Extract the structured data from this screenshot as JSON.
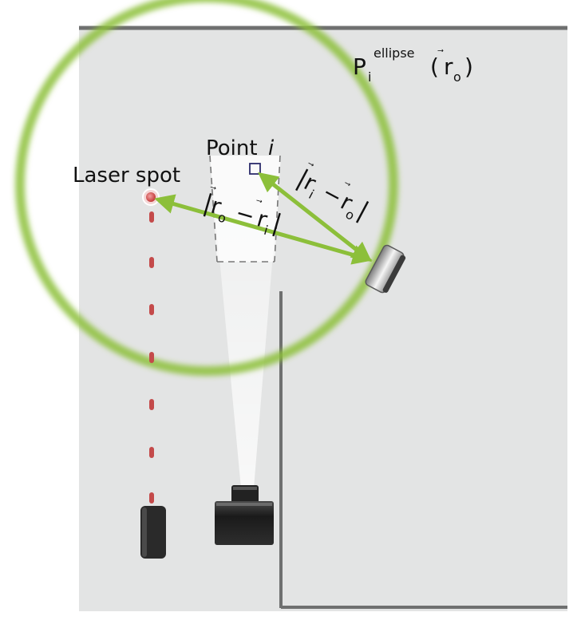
{
  "labels": {
    "ellipse_symbol": "P",
    "ellipse_sub": "i",
    "ellipse_sup": "ellipse",
    "ellipse_arg_open": "(",
    "ellipse_arg_r": "r",
    "ellipse_arg_sub": "o",
    "ellipse_arg_close": ")",
    "point_label": "Point ",
    "point_index": "i",
    "laser_label": "Laser spot",
    "dist_left_bar_open": "|",
    "dist_left_r1": "r",
    "dist_left_sub1": "o",
    "dist_left_minus": "−",
    "dist_left_r2": "r",
    "dist_left_sub2": "i",
    "dist_left_bar_close": "|",
    "dist_right_bar_open": "|",
    "dist_right_r1": "r",
    "dist_right_sub1": "i",
    "dist_right_minus": "−",
    "dist_right_r2": "r",
    "dist_right_sub2": "o",
    "dist_right_bar_close": "|",
    "vec_arrow": "⃗"
  },
  "colors": {
    "room_floor": "#e3e4e4",
    "wall": "#6f7070",
    "ellipse_ring": "#8cbf3a",
    "arrow": "#8cbf3a",
    "laser_dot": "#c43a3a",
    "camera_body": "#1e1e1e",
    "point_marker": "#2b2b6b"
  },
  "icons": {
    "laser_emitter": "laser-emitter-icon",
    "camera": "camera-icon",
    "sensor": "sensor-icon",
    "point_marker": "point-marker-icon",
    "laser_spot": "laser-spot-icon"
  }
}
